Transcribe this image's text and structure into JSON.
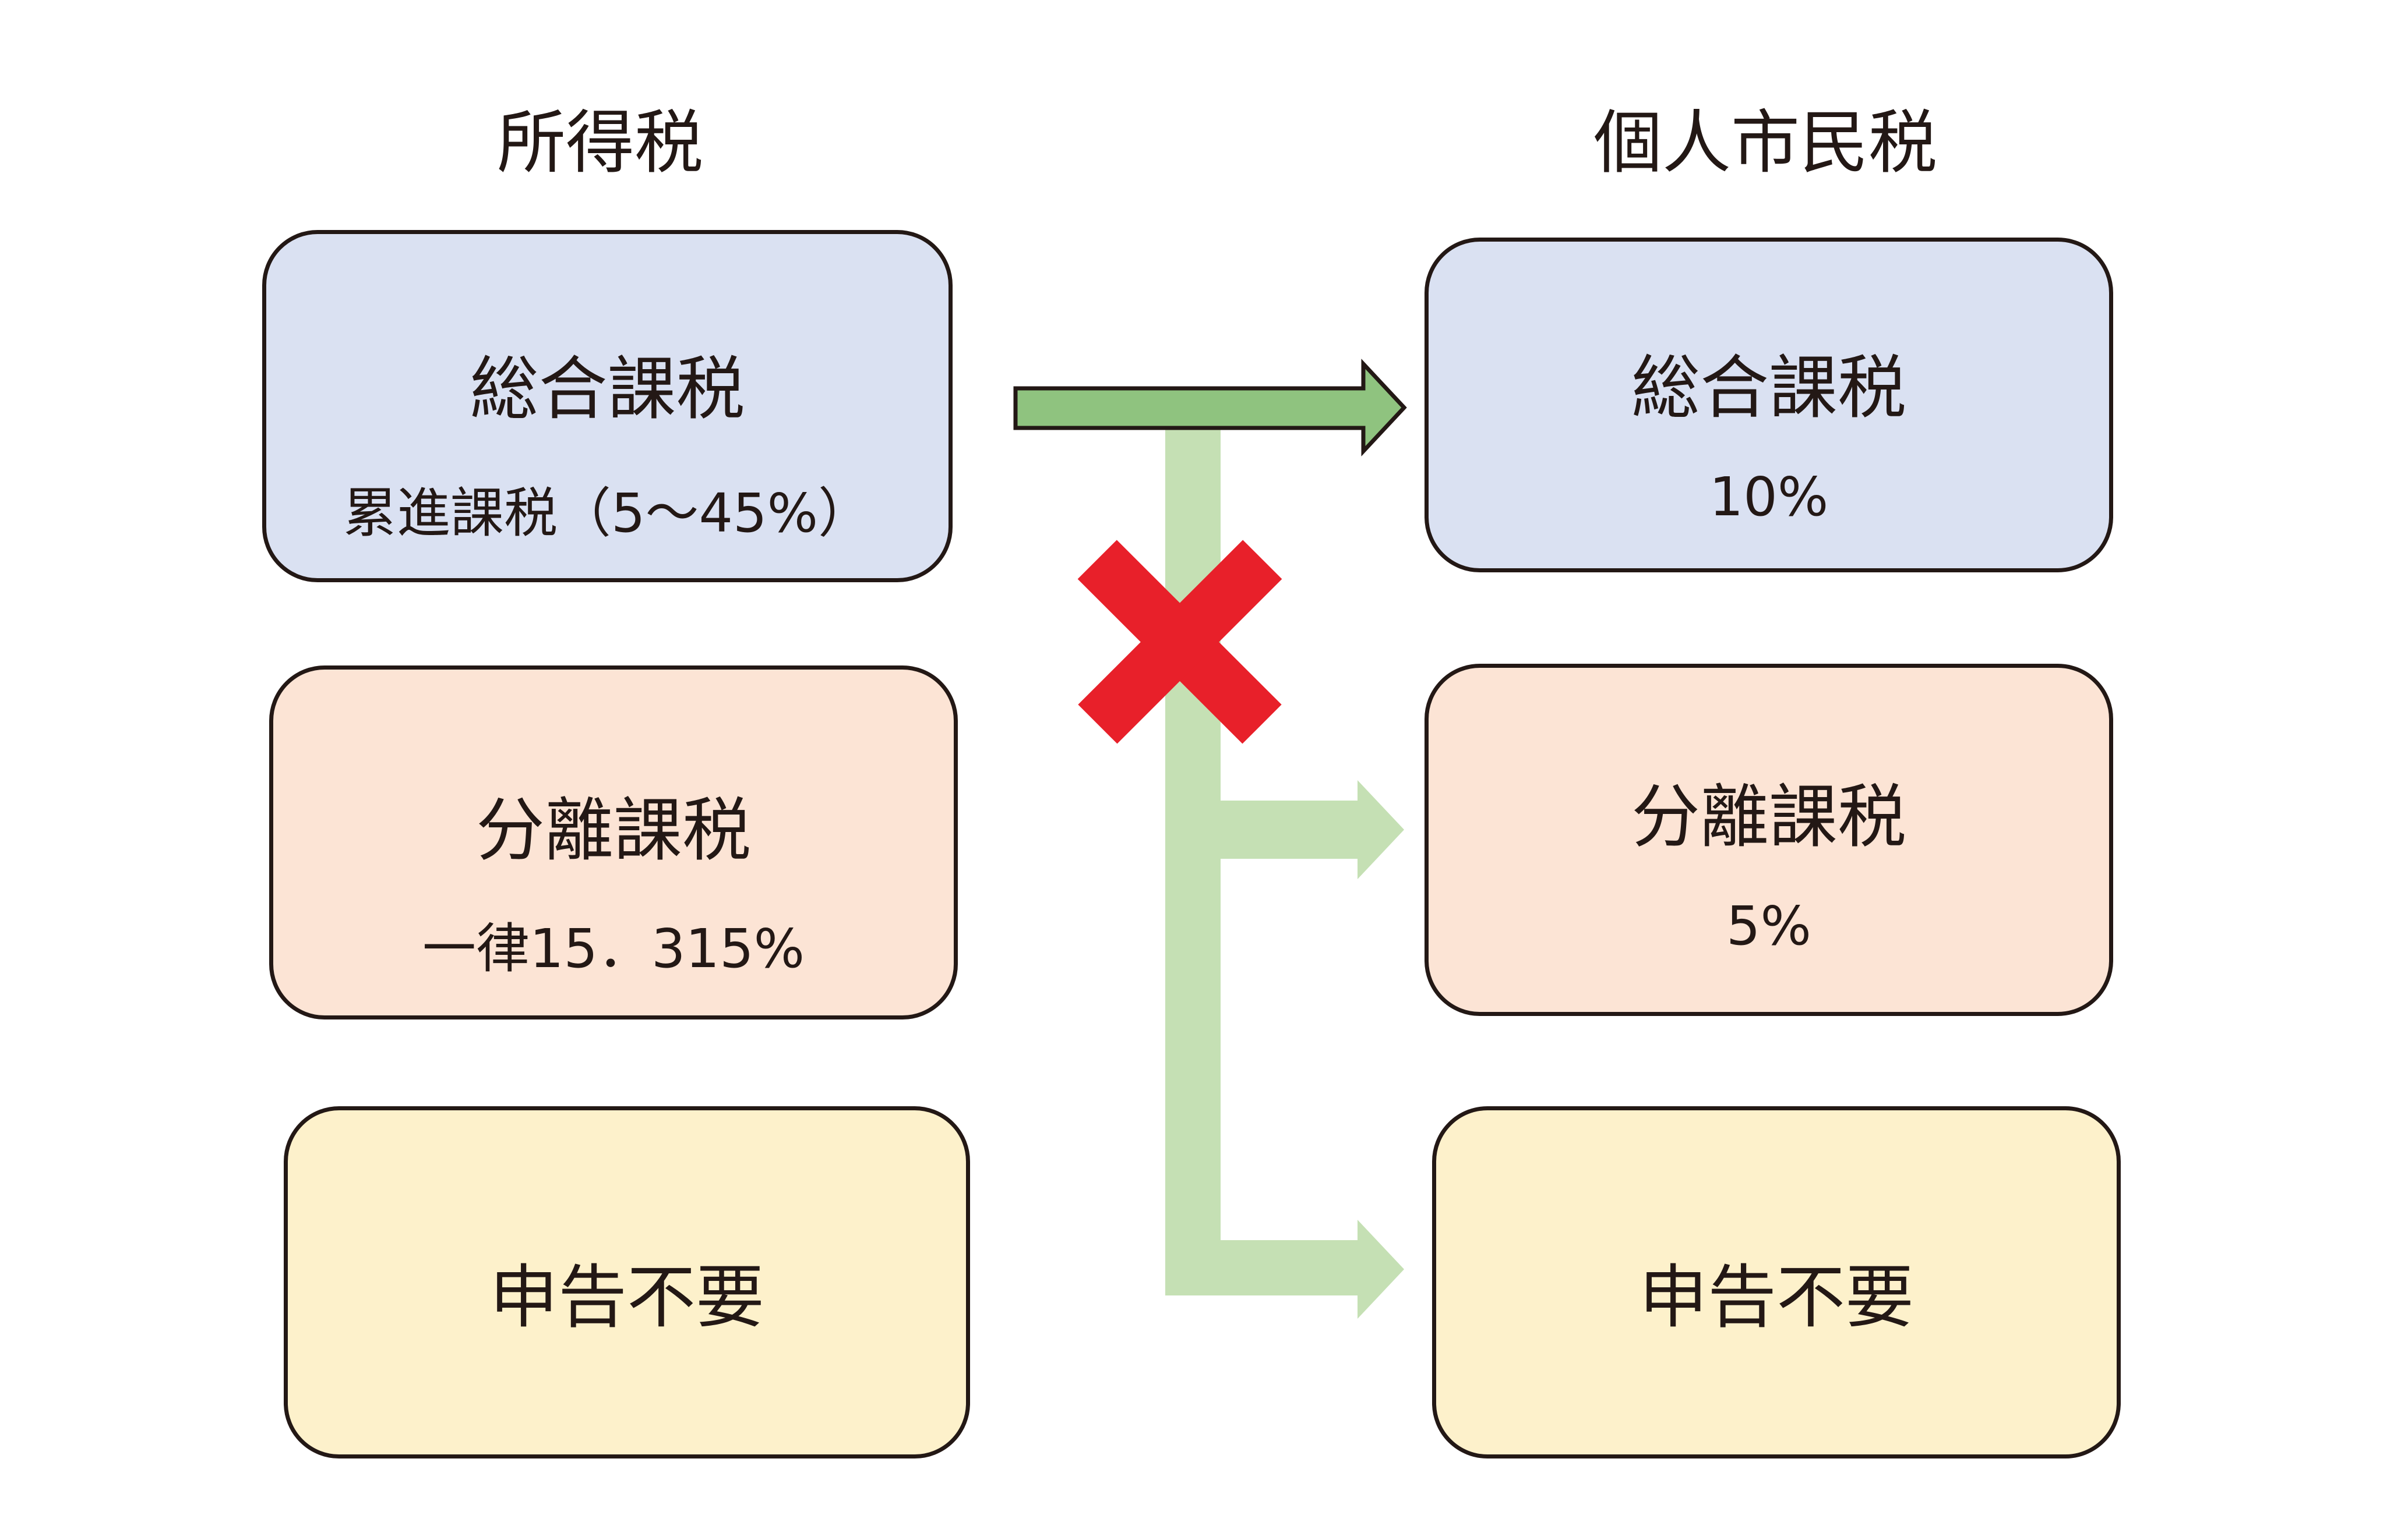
{
  "columns": {
    "left_title": "所得税",
    "right_title": "個人市民税"
  },
  "income_tax": {
    "comprehensive": {
      "title": "総合課税",
      "rate": "累進課税（5〜45%）"
    },
    "separate": {
      "title": "分離課税",
      "rate": "一律15．315%"
    },
    "no_filing": {
      "title": "申告不要"
    }
  },
  "resident_tax": {
    "comprehensive": {
      "title": "総合課税",
      "rate": "10%"
    },
    "separate": {
      "title": "分離課税",
      "rate": "5%"
    },
    "no_filing": {
      "title": "申告不要"
    }
  },
  "colors": {
    "box_blue": "#dae1f2",
    "box_peach": "#fce4d5",
    "box_yellow": "#fdf1cb",
    "arrow_dark_green": "#8fc37f",
    "arrow_light_green": "#c5e0b4",
    "cross_red": "#e8202a",
    "outline": "#231815"
  },
  "icons": {
    "allowed_arrow": "arrow-right-icon",
    "blocked_path": "cross-mark-icon"
  }
}
